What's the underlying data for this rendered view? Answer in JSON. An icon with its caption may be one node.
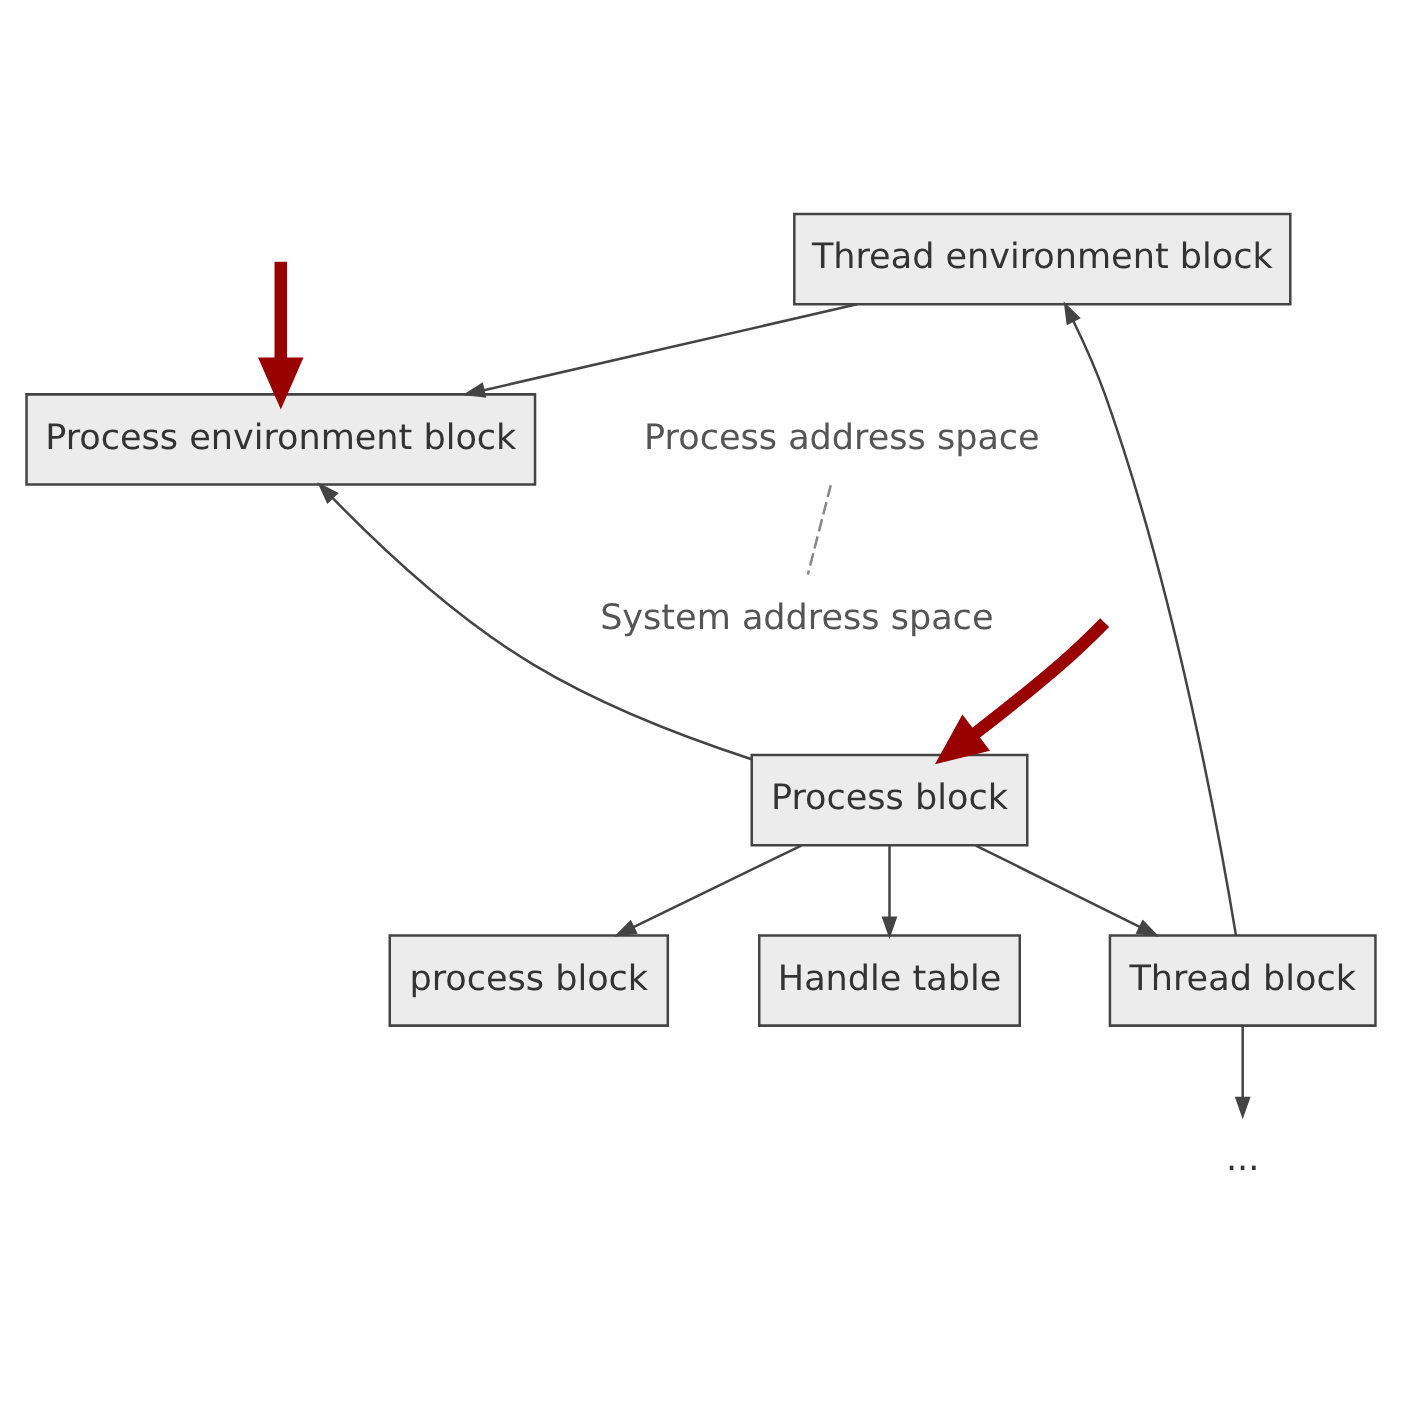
{
  "diagram": {
    "nodes": [
      {
        "text": [
          "Process environment block"
        ]
      },
      {
        "text": [
          "Thread environment block"
        ]
      },
      {
        "text": [
          "Process block"
        ]
      },
      {
        "text": [
          "process block"
        ]
      },
      {
        "text": [
          "Handle table"
        ]
      },
      {
        "text": [
          "Thread block"
        ]
      },
      {
        "text": [
          "..."
        ]
      }
    ],
    "edges": [
      {
        "from": 2,
        "to": 0,
        "arrow": "to"
      },
      {
        "from": 1,
        "to": 0,
        "arrow": "to"
      },
      {
        "from": 5,
        "to": 1,
        "arrow": "to"
      },
      {
        "from": 2,
        "to": 3,
        "arrow": "to"
      },
      {
        "from": 2,
        "to": 4,
        "arrow": "to"
      },
      {
        "from": 2,
        "to": 5,
        "arrow": "to"
      },
      {
        "from": 5,
        "to": 6,
        "arrow": "to"
      },
      {
        "from": null,
        "to": 0,
        "arrow": "to",
        "style": "thick",
        "color": "#990000"
      },
      {
        "from": null,
        "to": 2,
        "arrow": "to",
        "style": "thick",
        "color": "#990000"
      }
    ],
    "labels": [
      "Process address space",
      "System address space"
    ]
  }
}
